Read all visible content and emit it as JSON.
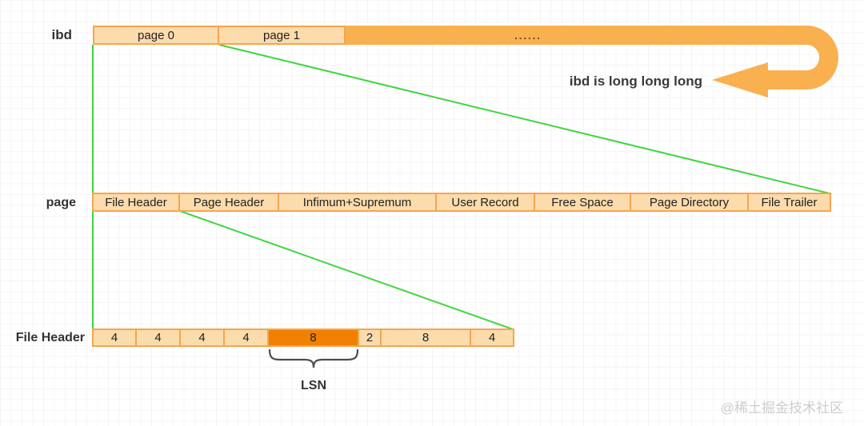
{
  "ibd_row": {
    "label": "ibd",
    "pages": [
      {
        "label": "page 0"
      },
      {
        "label": "page 1"
      }
    ],
    "ellipsis": "......",
    "arrow_note": "ibd is long long long"
  },
  "page_row": {
    "label": "page",
    "segments": [
      {
        "label": "File Header"
      },
      {
        "label": "Page Header"
      },
      {
        "label": "Infimum+Supremum"
      },
      {
        "label": "User Record"
      },
      {
        "label": "Free Space"
      },
      {
        "label": "Page Directory"
      },
      {
        "label": "File Trailer"
      }
    ]
  },
  "file_header_row": {
    "label": "File Header",
    "cells": [
      {
        "size": "4",
        "highlighted": false
      },
      {
        "size": "4",
        "highlighted": false
      },
      {
        "size": "4",
        "highlighted": false
      },
      {
        "size": "4",
        "highlighted": false
      },
      {
        "size": "8",
        "highlighted": true
      },
      {
        "size": "2",
        "highlighted": false
      },
      {
        "size": "8",
        "highlighted": false
      },
      {
        "size": "4",
        "highlighted": false
      }
    ],
    "brace_label": "LSN"
  },
  "colors": {
    "box_fill": "#fcdbac",
    "box_border": "#f3a64f",
    "bar_orange": "#f9b04f",
    "highlight_orange": "#f28000",
    "connector_green": "#3fd63f",
    "brace_gray": "#4d4d4d"
  },
  "watermark": "@稀土掘金技术社区"
}
